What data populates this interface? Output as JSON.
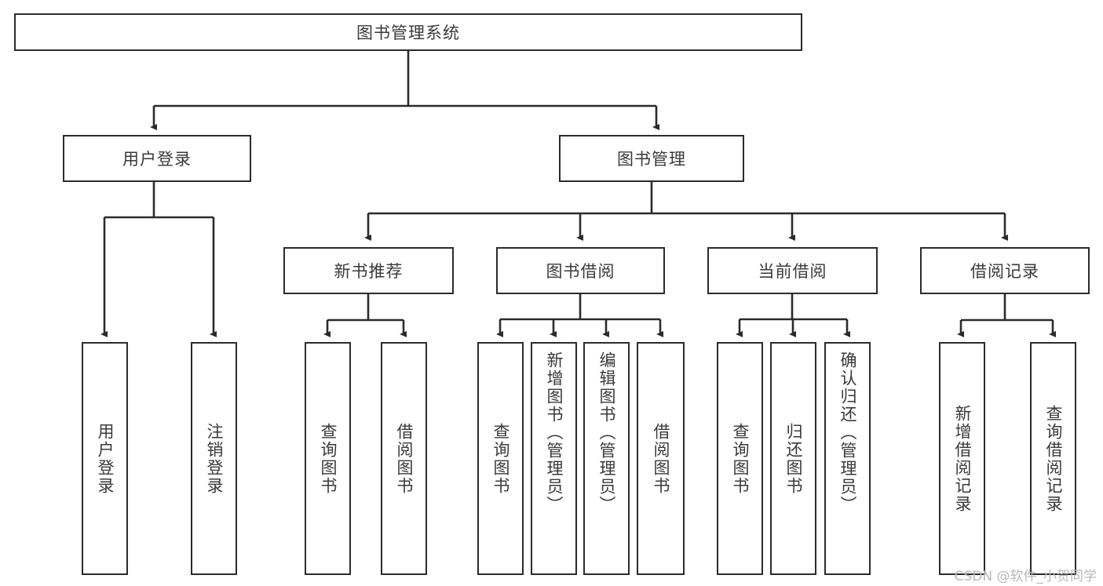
{
  "diagram": {
    "title": "图书管理系统",
    "type": "tree-hierarchy",
    "watermark": "CSDN @软件_小贺同学",
    "colors": {
      "stroke": "#2b2b2b",
      "text": "#3a3a3a",
      "background": "#ffffff",
      "watermark": "#b9b9b9"
    },
    "root": {
      "label": "图书管理系统"
    },
    "level2": [
      {
        "label": "用户登录"
      },
      {
        "label": "图书管理"
      }
    ],
    "level3": [
      {
        "label": "新书推荐"
      },
      {
        "label": "图书借阅"
      },
      {
        "label": "当前借阅"
      },
      {
        "label": "借阅记录"
      }
    ],
    "leaves": {
      "user_login": [
        {
          "label": "用户登录"
        },
        {
          "label": "注销登录"
        }
      ],
      "new_book_recommend": [
        {
          "label": "查询图书"
        },
        {
          "label": "借阅图书"
        }
      ],
      "book_borrow": [
        {
          "label": "查询图书"
        },
        {
          "label": "新增图书（管理员）"
        },
        {
          "label": "编辑图书（管理员）"
        },
        {
          "label": "借阅图书"
        }
      ],
      "current_borrow": [
        {
          "label": "查询图书"
        },
        {
          "label": "归还图书"
        },
        {
          "label": "确认归还（管理员）"
        }
      ],
      "borrow_record": [
        {
          "label": "新增借阅记录"
        },
        {
          "label": "查询借阅记录"
        }
      ]
    }
  }
}
